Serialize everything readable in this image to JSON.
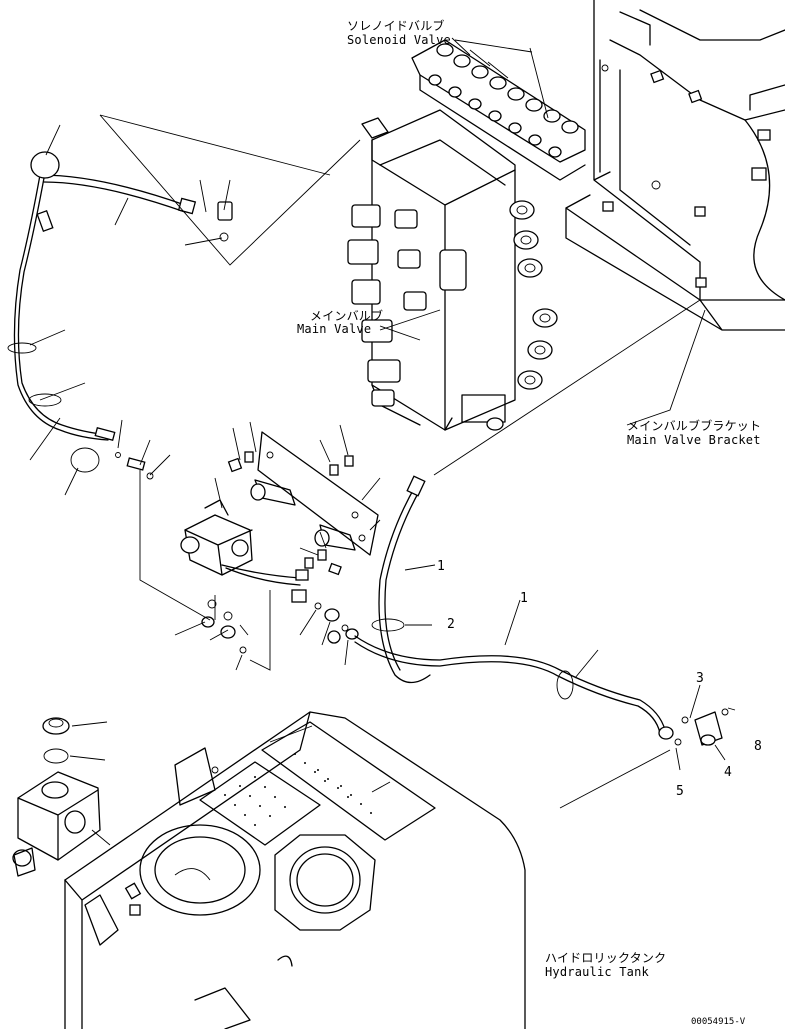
{
  "labels": {
    "solenoid_valve_jp": "ソレノイドバルブ",
    "solenoid_valve_en": "Solenoid Valve",
    "main_valve_jp": "メインバルブ",
    "main_valve_en": "Main Valve",
    "main_valve_bracket_jp": "メインバルブブラケット",
    "main_valve_bracket_en": "Main Valve Bracket",
    "hydraulic_tank_jp": "ハイドロリックタンク",
    "hydraulic_tank_en": "Hydraulic Tank"
  },
  "callouts": {
    "c1": "1",
    "c2": "2",
    "c3": "3",
    "c4": "4",
    "c5": "5",
    "c8": "8"
  },
  "drawing_code": "00054915-V"
}
